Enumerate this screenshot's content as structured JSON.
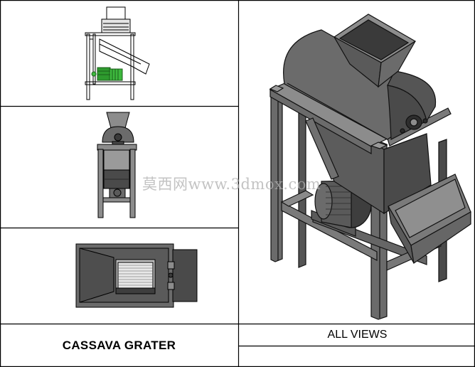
{
  "labels": {
    "left_title": "CASSAVA GRATER",
    "right_title": "ALL VIEWS"
  },
  "watermark": "莫西网www.3dmox.com",
  "colors": {
    "line": "#000000",
    "dark_metal": "#4a4a4a",
    "mid_metal": "#6b6b6b",
    "light_metal": "#8c8c8c",
    "motor_green": "#2e9a2e"
  }
}
